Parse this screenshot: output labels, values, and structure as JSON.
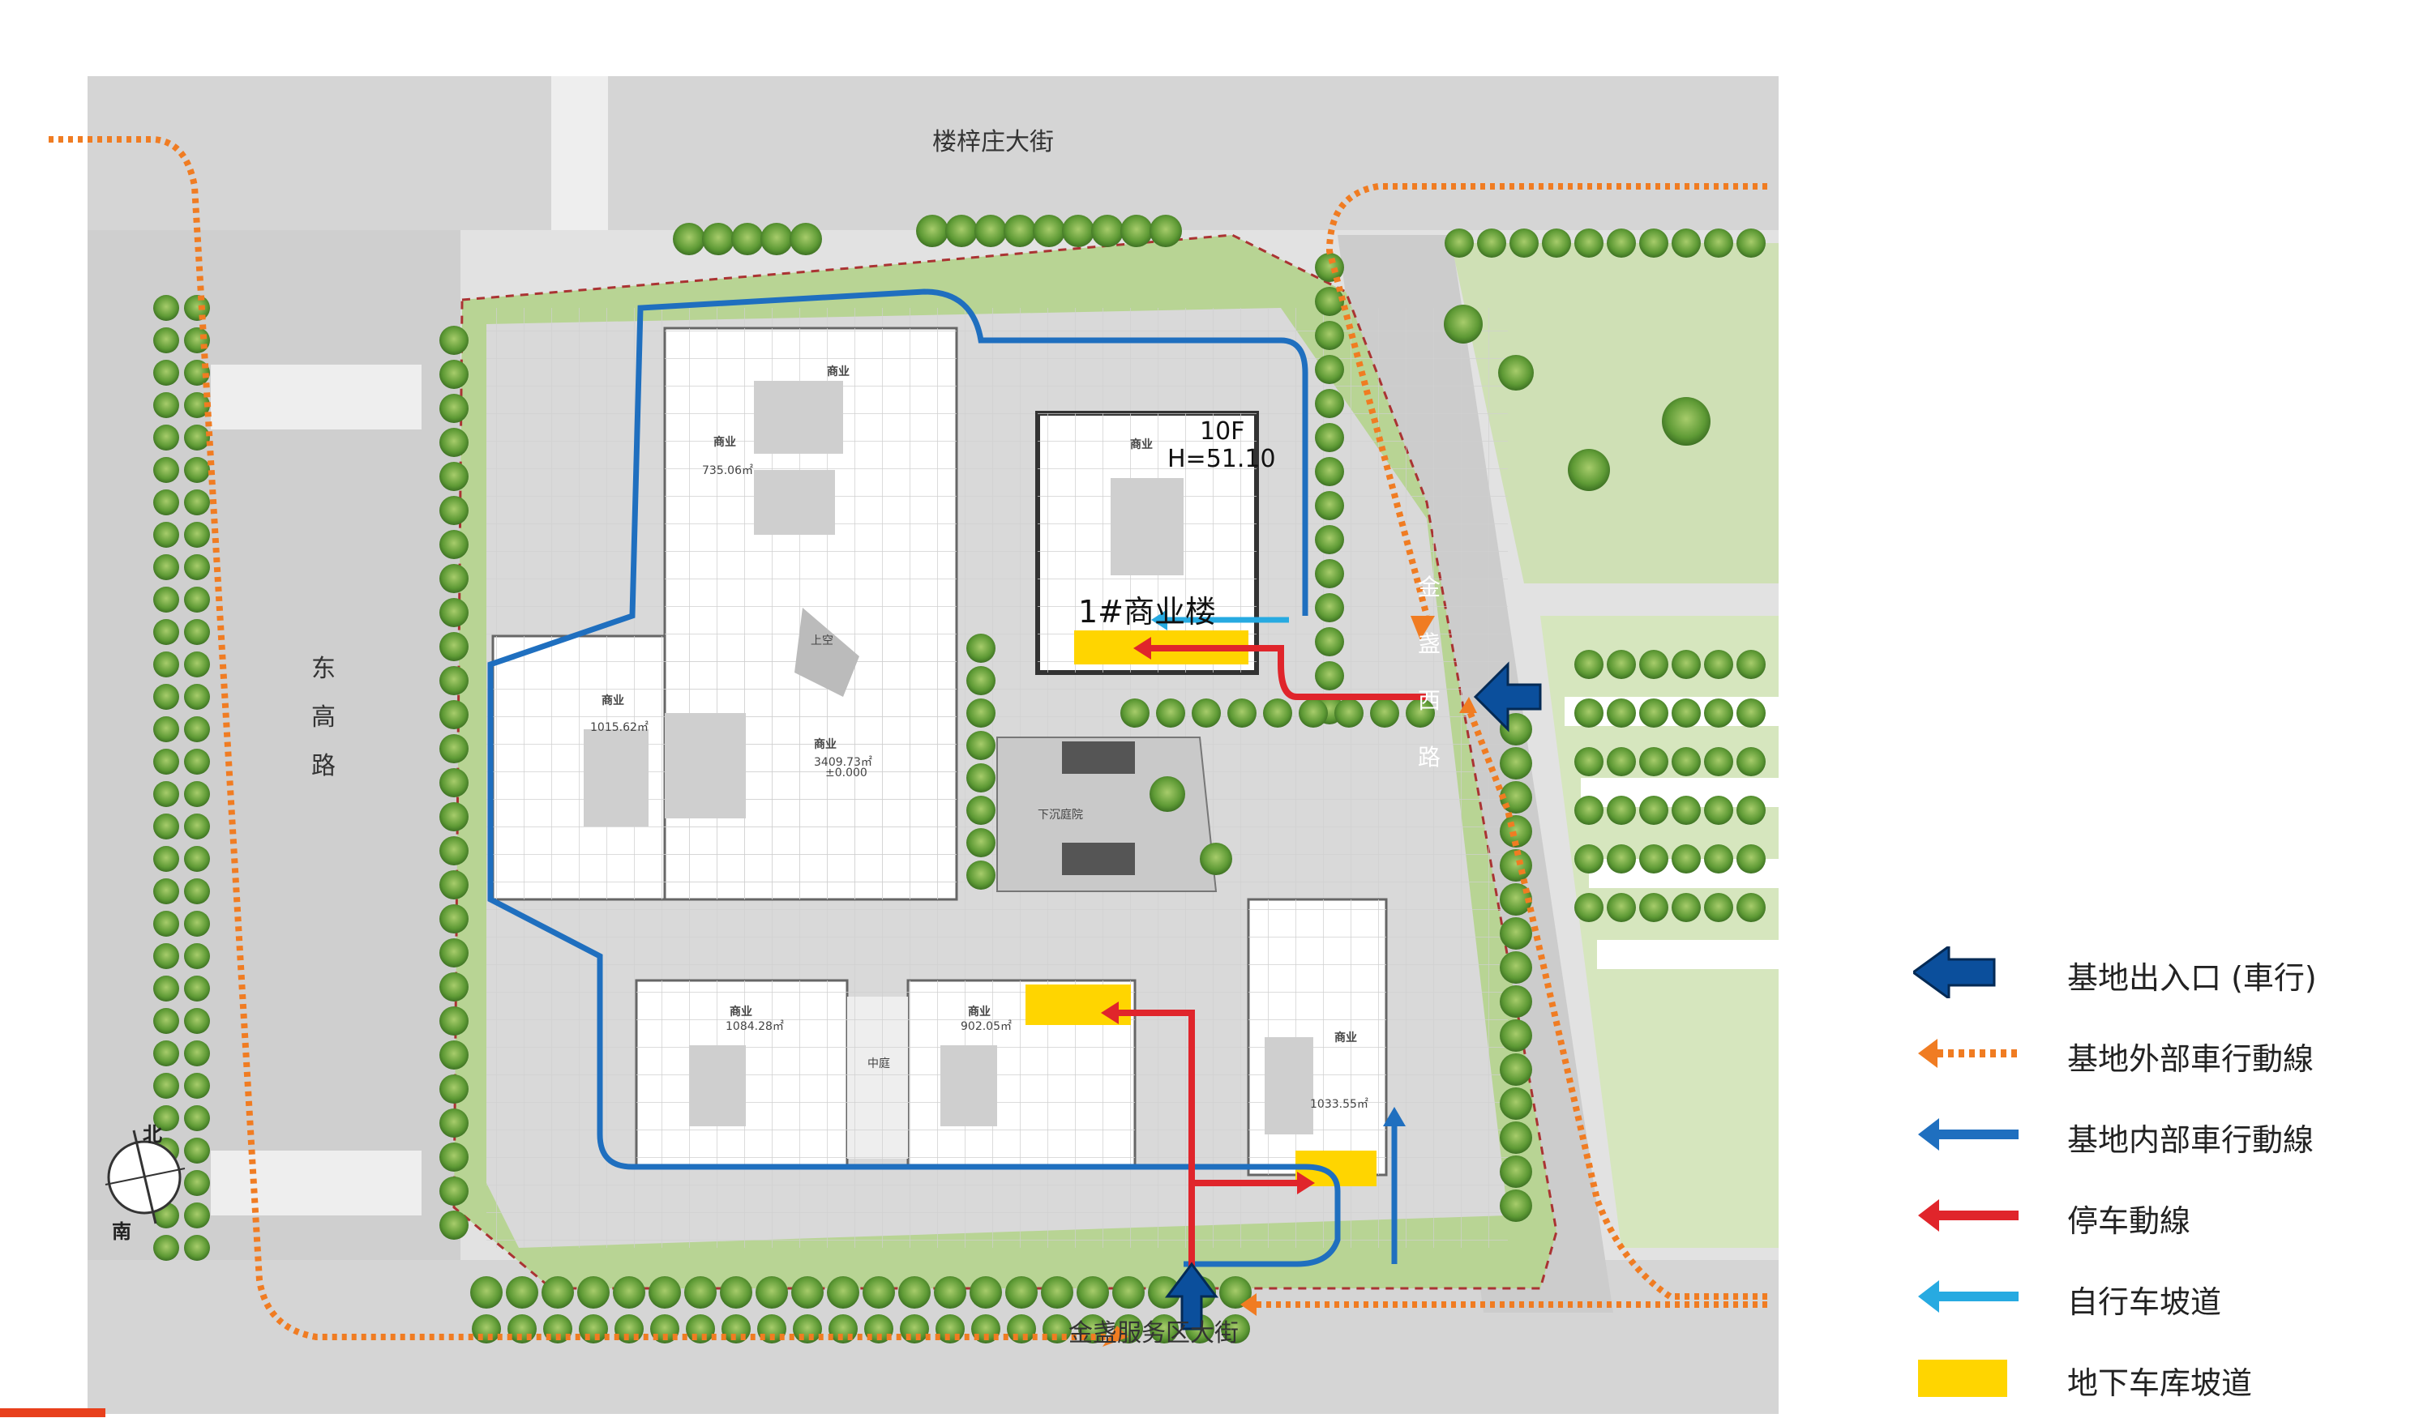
{
  "map": {
    "streets": {
      "north": "楼梓庄大街",
      "west": [
        "东",
        "高",
        "路"
      ],
      "east": [
        "金",
        "盏",
        "西",
        "路"
      ],
      "south": "金盏服务区大街"
    },
    "buildings": {
      "tower_floors": "10F",
      "tower_height": "H=51.10",
      "tower_name": "1#商业楼",
      "use_label": "商业",
      "sunken_court": "下沉庭院",
      "middle_court": "中庭",
      "void": "上空",
      "areas": [
        "735.06㎡",
        "1015.62㎡",
        "3409.73㎡",
        "1084.28㎡",
        "902.05㎡",
        "1033.55㎡"
      ],
      "level": "±0.000"
    },
    "compass": {
      "north": "北",
      "south": "南"
    }
  },
  "colors": {
    "exit_arrow": "#0b4f9c",
    "external_route": "#f07c22",
    "internal_route": "#1f6fbf",
    "parking_route": "#e0252b",
    "bike_ramp": "#27aae1",
    "garage_ramp": "#ffd500",
    "green": "#7cad4b",
    "road": "#d6d6d6"
  },
  "legend": [
    {
      "icon": "big-arrow",
      "label": "基地出入口 (車行)"
    },
    {
      "icon": "dotted-arrow",
      "label": "基地外部車行動線"
    },
    {
      "icon": "blue-arrow",
      "label": "基地内部車行動線"
    },
    {
      "icon": "red-arrow",
      "label": "停车動線"
    },
    {
      "icon": "cyan-arrow",
      "label": "自行车坡道"
    },
    {
      "icon": "yellow-rect",
      "label": "地下车库坡道"
    }
  ]
}
